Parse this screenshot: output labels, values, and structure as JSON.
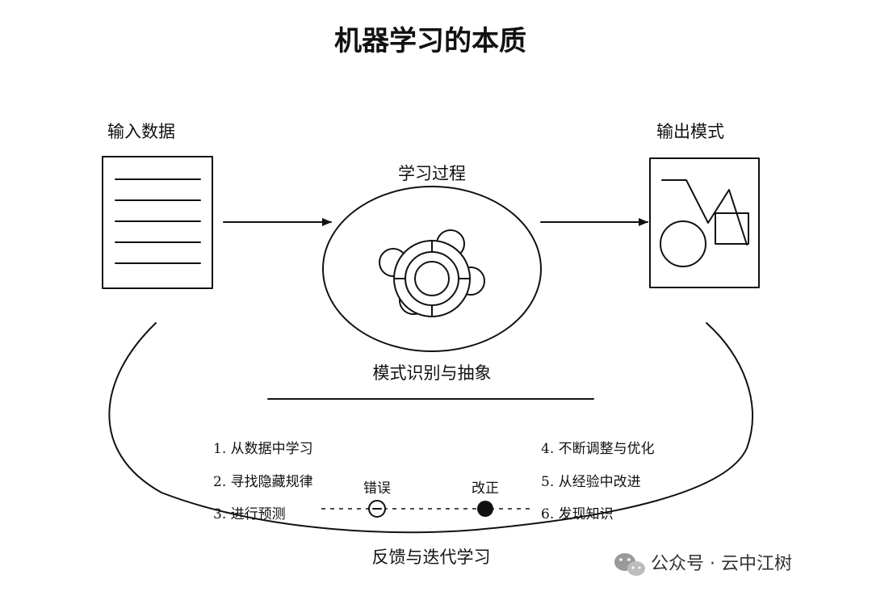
{
  "title": "机器学习的本质",
  "input_label": "输入数据",
  "process_label": "学习过程",
  "output_label": "输出模式",
  "pattern_label": "模式识别与抽象",
  "left_items": [
    "1. 从数据中学习",
    "2. 寻找隐藏规律",
    "3. 进行预测"
  ],
  "right_items": [
    "4. 不断调整与优化",
    "5. 从经验中改进",
    "6. 发现知识"
  ],
  "error_label": "错误",
  "correct_label": "改正",
  "feedback_label": "反馈与迭代学习",
  "watermark": {
    "icon": "wechat-icon",
    "text": "公众号 · 云中江树"
  }
}
